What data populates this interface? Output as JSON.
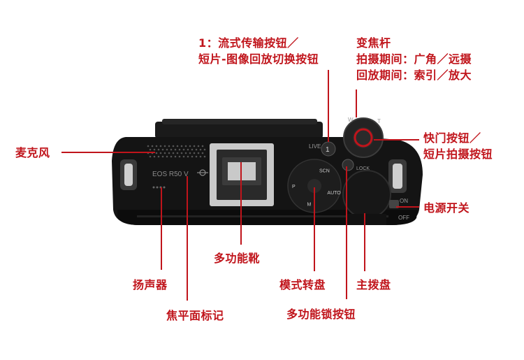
{
  "colors": {
    "accent": "#c0141b",
    "body": "#141414",
    "body_edge": "#2a2a2a",
    "shoe": "#c9c9c9",
    "text_on_body": "#8a8a8a"
  },
  "camera": {
    "model_text": "EOS R50 V",
    "live_text": "LIVE",
    "button_number": "1",
    "lock_text": "LOCK",
    "on_text": "ON",
    "off_text": "OFF",
    "zoom_w": "W",
    "zoom_t": "T",
    "mode_dial_texts": [
      "SCN",
      "AUTO",
      "M",
      "P"
    ]
  },
  "labels": {
    "mic": "麦克风",
    "speaker": "扬声器",
    "focal_plane": "焦平面标记",
    "hotshoe": "多功能靴",
    "mode_dial": "模式转盘",
    "multi_lock": "多功能锁按钮",
    "main_dial": "主拨盘",
    "power": "电源开关",
    "shutter_line1": "快门按钮／",
    "shutter_line2": "短片拍摄按钮",
    "stream_line1": "1：流式传输按钮／",
    "stream_line2": "短片-图像回放切换按钮",
    "zoom_line1": "变焦杆",
    "zoom_line2": "拍摄期间：广角／远摄",
    "zoom_line3": "回放期间：索引／放大"
  }
}
